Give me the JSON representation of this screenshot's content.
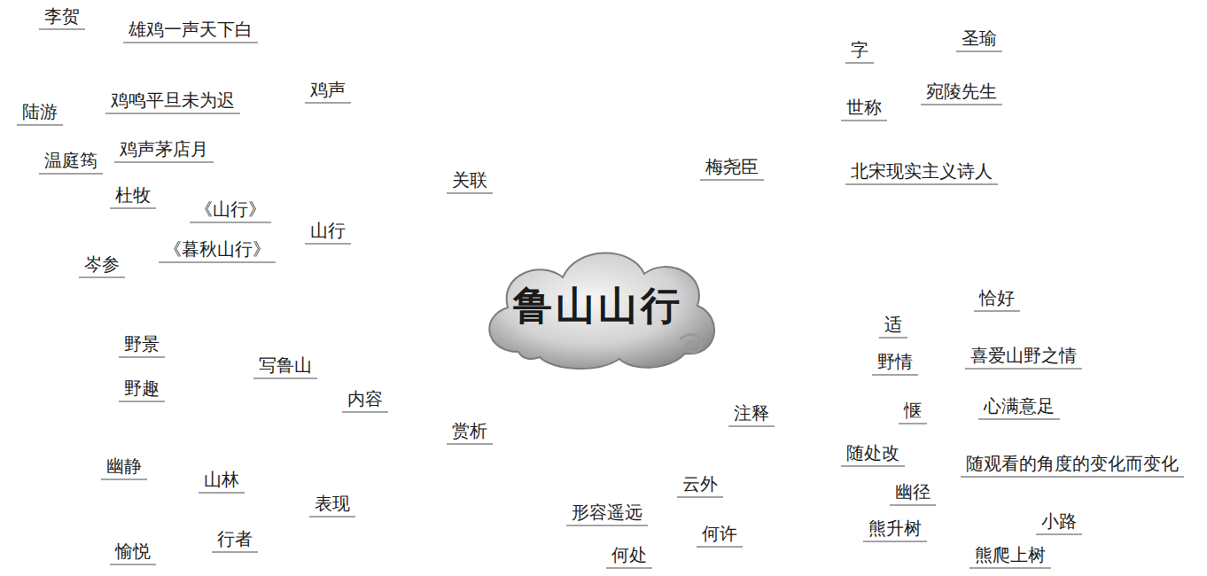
{
  "diagram": {
    "nodes": [
      {
        "text": [
          "鲁山山行"
        ]
      },
      {
        "text": [
          "梅尧臣"
        ]
      },
      {
        "text": [
          "字"
        ]
      },
      {
        "text": [
          "圣瑜"
        ]
      },
      {
        "text": [
          "世称"
        ]
      },
      {
        "text": [
          "宛陵先生"
        ]
      },
      {
        "text": [
          "北宋现实主义诗人"
        ]
      },
      {
        "text": [
          "注释"
        ]
      },
      {
        "text": [
          "适"
        ]
      },
      {
        "text": [
          "恰好"
        ]
      },
      {
        "text": [
          "野情"
        ]
      },
      {
        "text": [
          "喜爱山野之情"
        ]
      },
      {
        "text": [
          "惬"
        ]
      },
      {
        "text": [
          "心满意足"
        ]
      },
      {
        "text": [
          "随处改"
        ]
      },
      {
        "text": [
          "随观看的角度的变化而变化"
        ]
      },
      {
        "text": [
          "幽径"
        ]
      },
      {
        "text": [
          "小路"
        ]
      },
      {
        "text": [
          "熊升树"
        ]
      },
      {
        "text": [
          "熊爬上树"
        ]
      },
      {
        "text": [
          "云外"
        ]
      },
      {
        "text": [
          "形容遥远"
        ]
      },
      {
        "text": [
          "何许"
        ]
      },
      {
        "text": [
          "何处"
        ]
      },
      {
        "text": [
          "赏析"
        ]
      },
      {
        "text": [
          "内容"
        ]
      },
      {
        "text": [
          "写鲁山"
        ]
      },
      {
        "text": [
          "野景"
        ]
      },
      {
        "text": [
          "野趣"
        ]
      },
      {
        "text": [
          "表现"
        ]
      },
      {
        "text": [
          "山林"
        ]
      },
      {
        "text": [
          "幽静"
        ]
      },
      {
        "text": [
          "行者"
        ]
      },
      {
        "text": [
          "愉悦"
        ]
      },
      {
        "text": [
          "关联"
        ]
      },
      {
        "text": [
          "鸡声"
        ]
      },
      {
        "text": [
          "雄鸡一声天下白"
        ]
      },
      {
        "text": [
          "李贺"
        ]
      },
      {
        "text": [
          "鸡鸣平旦未为迟"
        ]
      },
      {
        "text": [
          "陆游"
        ]
      },
      {
        "text": [
          "鸡声茅店月"
        ]
      },
      {
        "text": [
          "温庭筠"
        ]
      },
      {
        "text": [
          "山行"
        ]
      },
      {
        "text": [
          "《山行》"
        ]
      },
      {
        "text": [
          "杜牧"
        ]
      },
      {
        "text": [
          "《暮秋山行》"
        ]
      },
      {
        "text": [
          "岑参"
        ]
      }
    ],
    "edges": [
      {
        "from": 0,
        "to": 1,
        "arrow": "none"
      },
      {
        "from": 1,
        "to": 2,
        "arrow": "none"
      },
      {
        "from": 2,
        "to": 3,
        "arrow": "none"
      },
      {
        "from": 1,
        "to": 4,
        "arrow": "none"
      },
      {
        "from": 4,
        "to": 5,
        "arrow": "none"
      },
      {
        "from": 1,
        "to": 6,
        "arrow": "none"
      },
      {
        "from": 0,
        "to": 7,
        "arrow": "none"
      },
      {
        "from": 7,
        "to": 8,
        "arrow": "none"
      },
      {
        "from": 8,
        "to": 9,
        "arrow": "none"
      },
      {
        "from": 7,
        "to": 10,
        "arrow": "none"
      },
      {
        "from": 10,
        "to": 11,
        "arrow": "none"
      },
      {
        "from": 7,
        "to": 12,
        "arrow": "none"
      },
      {
        "from": 12,
        "to": 13,
        "arrow": "none"
      },
      {
        "from": 7,
        "to": 14,
        "arrow": "none"
      },
      {
        "from": 14,
        "to": 15,
        "arrow": "none"
      },
      {
        "from": 7,
        "to": 16,
        "arrow": "none"
      },
      {
        "from": 16,
        "to": 17,
        "arrow": "none"
      },
      {
        "from": 7,
        "to": 18,
        "arrow": "none"
      },
      {
        "from": 18,
        "to": 19,
        "arrow": "none"
      },
      {
        "from": 7,
        "to": 20,
        "arrow": "none"
      },
      {
        "from": 20,
        "to": 21,
        "arrow": "none"
      },
      {
        "from": 7,
        "to": 22,
        "arrow": "none"
      },
      {
        "from": 22,
        "to": 23,
        "arrow": "none"
      },
      {
        "from": 0,
        "to": 24,
        "arrow": "none"
      },
      {
        "from": 24,
        "to": 25,
        "arrow": "none"
      },
      {
        "from": 25,
        "to": 26,
        "arrow": "none"
      },
      {
        "from": 26,
        "to": 27,
        "arrow": "none"
      },
      {
        "from": 26,
        "to": 28,
        "arrow": "none"
      },
      {
        "from": 24,
        "to": 29,
        "arrow": "none"
      },
      {
        "from": 29,
        "to": 30,
        "arrow": "none"
      },
      {
        "from": 30,
        "to": 31,
        "arrow": "none"
      },
      {
        "from": 29,
        "to": 32,
        "arrow": "none"
      },
      {
        "from": 32,
        "to": 33,
        "arrow": "none"
      },
      {
        "from": 0,
        "to": 34,
        "arrow": "none"
      },
      {
        "from": 34,
        "to": 35,
        "arrow": "none"
      },
      {
        "from": 35,
        "to": 36,
        "arrow": "none"
      },
      {
        "from": 36,
        "to": 37,
        "arrow": "none"
      },
      {
        "from": 35,
        "to": 38,
        "arrow": "none"
      },
      {
        "from": 38,
        "to": 39,
        "arrow": "none"
      },
      {
        "from": 35,
        "to": 40,
        "arrow": "none"
      },
      {
        "from": 40,
        "to": 41,
        "arrow": "none"
      },
      {
        "from": 34,
        "to": 42,
        "arrow": "none"
      },
      {
        "from": 42,
        "to": 43,
        "arrow": "none"
      },
      {
        "from": 43,
        "to": 44,
        "arrow": "none"
      },
      {
        "from": 42,
        "to": 45,
        "arrow": "none"
      },
      {
        "from": 45,
        "to": 46,
        "arrow": "none"
      }
    ]
  }
}
